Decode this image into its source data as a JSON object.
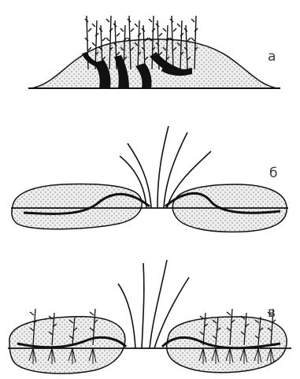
{
  "figure": {
    "panels": [
      {
        "letter": "а"
      },
      {
        "letter": "б"
      },
      {
        "letter": "в"
      }
    ]
  },
  "style": {
    "ink": "#111111",
    "soil_fill": "#eeeeee",
    "stipple": "#777777"
  }
}
